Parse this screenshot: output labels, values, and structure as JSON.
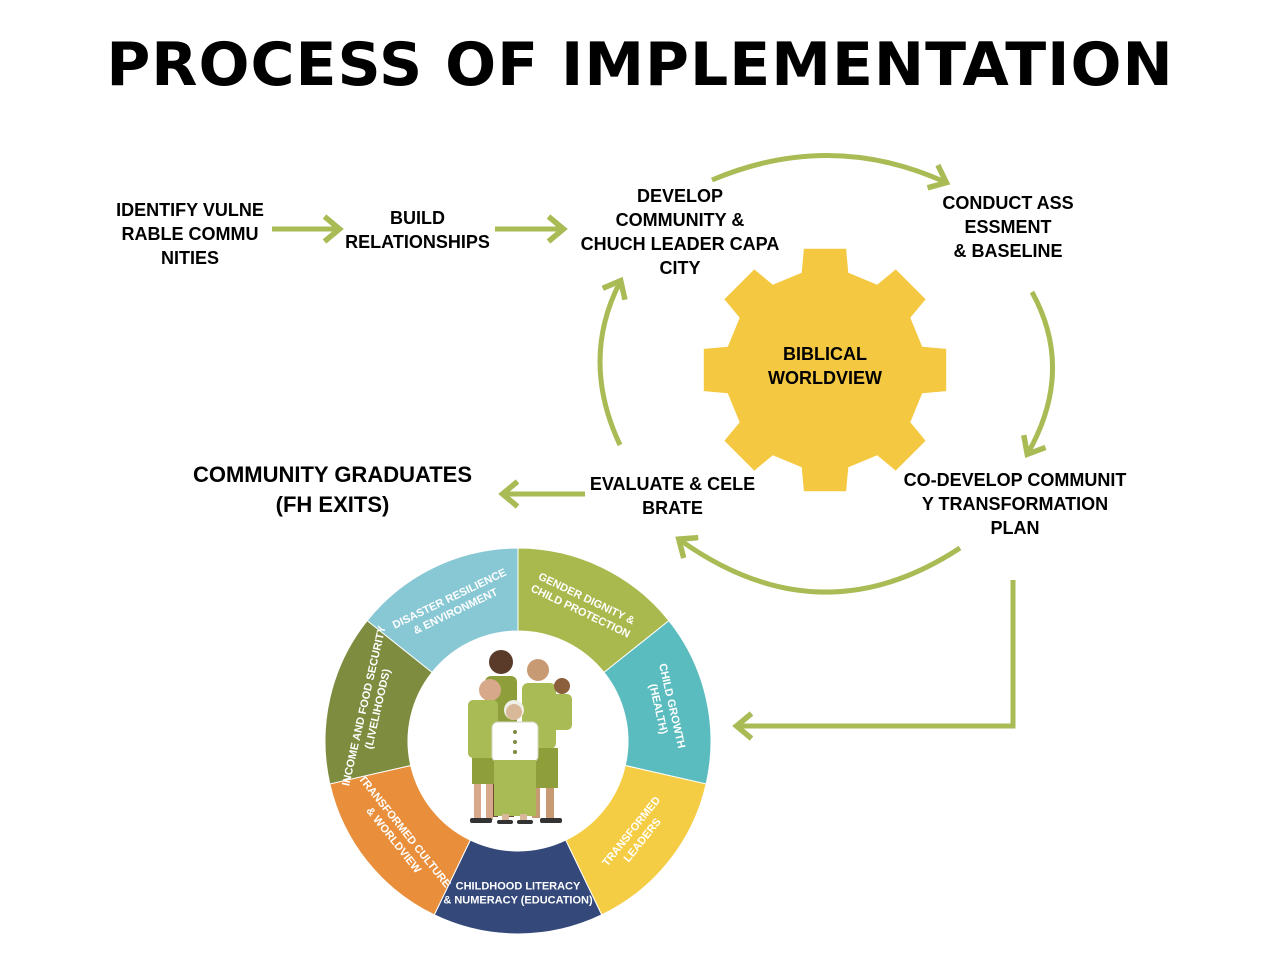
{
  "title": "PROCESS OF IMPLEMENTATION",
  "steps": {
    "identify": "IDENTIFY VULNE\nRABLE COMMU\nNITIES",
    "build": "BUILD\nRELATIONSHIPS",
    "develop": "DEVELOP\nCOMMUNITY &\nCHUCH LEADER CAPA\nCITY",
    "assessment": "CONDUCT ASS\nESSMENT\n& BASELINE",
    "codevelop": "CO-DEVELOP COMMUNIT\nY TRANSFORMATION\nPLAN",
    "evaluate": "EVALUATE & CELE\nBRATE",
    "graduates": "COMMUNITY GRADUATES\n(FH EXITS)"
  },
  "gear": {
    "line1": "BIBLICAL",
    "line2": "WORLDVIEW",
    "color": "#f5c842"
  },
  "arrow_color": "#a9bb55",
  "wheel_segments": [
    {
      "lines": [
        "DISASTER RESILIENCE",
        "& ENVIRONMENT"
      ],
      "color": "#88c8d4"
    },
    {
      "lines": [
        "GENDER DIGNITY &",
        "CHILD PROTECTION"
      ],
      "color": "#a9b94d"
    },
    {
      "lines": [
        "CHILD GROWTH",
        "(HEALTH)"
      ],
      "color": "#5bbcbf"
    },
    {
      "lines": [
        "TRANSFORMED",
        "LEADERS"
      ],
      "color": "#f5cd44"
    },
    {
      "lines": [
        "CHILDHOOD LITERACY",
        "& NUMERACY (EDUCATION)"
      ],
      "color": "#34497a"
    },
    {
      "lines": [
        "TRANSFORMED CULTURE",
        "& WORLDVIEW"
      ],
      "color": "#e98f3c"
    },
    {
      "lines": [
        "INCOME AND FOOD SECURITY",
        "(LIVELIHOODS)"
      ],
      "color": "#7d8c3f"
    }
  ]
}
